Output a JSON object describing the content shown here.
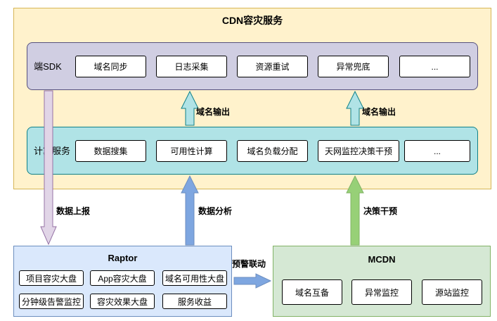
{
  "cdn": {
    "title": "CDN容灾服务",
    "sdk_layer": {
      "label": "端SDK",
      "items": [
        "域名同步",
        "日志采集",
        "资源重试",
        "异常兜底",
        "..."
      ]
    },
    "calc_layer": {
      "label": "计算服务",
      "items": [
        "数据搜集",
        "可用性计算",
        "域名负载分配",
        "天网监控决策干预",
        "..."
      ]
    },
    "domain_output_labels": [
      "域名输出",
      "域名输出"
    ]
  },
  "flows": {
    "data_report": "数据上报",
    "data_analysis": "数据分析",
    "decision_intervention": "决策干预",
    "alert_linkage": "预警联动"
  },
  "raptor": {
    "title": "Raptor",
    "items": [
      "项目容灾大盘",
      "App容灾大盘",
      "域名可用性大盘",
      "分钟级告警监控",
      "容灾效果大盘",
      "服务收益"
    ]
  },
  "mcdn": {
    "title": "MCDN",
    "items": [
      "域名互备",
      "异常监控",
      "源站监控"
    ]
  },
  "colors": {
    "cdn_bg": "#fff2cc",
    "sdk_bg": "#d0cee2",
    "calc_bg": "#b0e3e6",
    "raptor_bg": "#dae8fc",
    "mcdn_bg": "#d5e8d4",
    "arrow_purple": "#e1d5e7",
    "arrow_teal": "#b0e3e6",
    "arrow_blue": "#7ea6e0",
    "arrow_green": "#97d077"
  }
}
